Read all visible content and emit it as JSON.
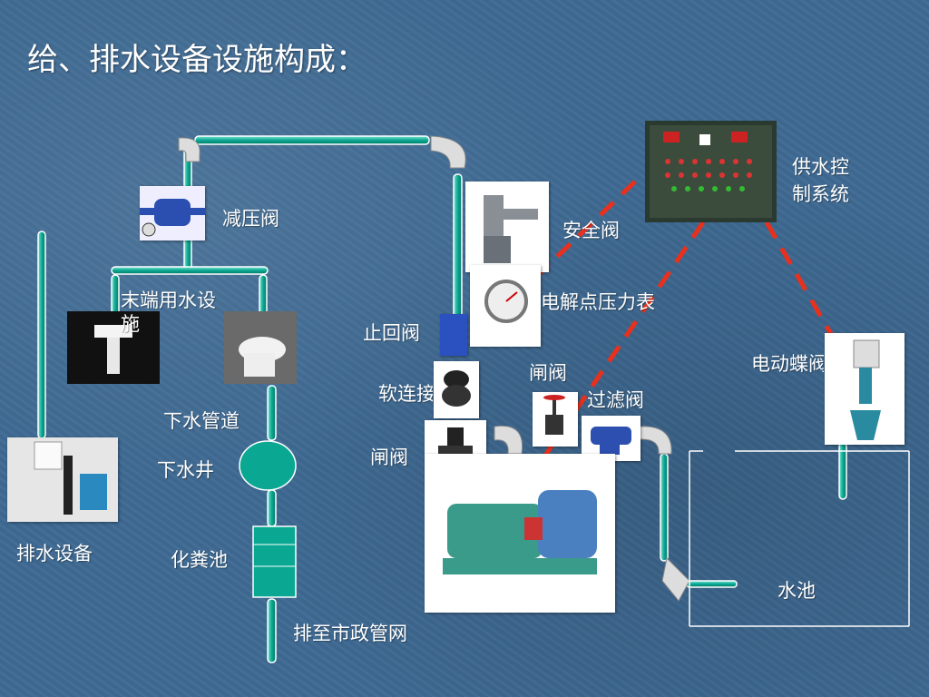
{
  "title": "给、排水设备设施构成：",
  "labels": {
    "pressure_valve": "减压阀",
    "safety_valve": "安全阀",
    "control_system_1": "供水控",
    "control_system_2": "制系统",
    "end_fixture_1": "末端用水设",
    "end_fixture_2": "施",
    "pressure_gauge": "电解点压力表",
    "check_valve": "止回阀",
    "gate_valve_top": "闸阀",
    "soft_joint": "软连接",
    "filter_valve": "过滤阀",
    "electric_butterfly": "电动蝶阀",
    "drain_pipe": "下水管道",
    "manhole": "下水井",
    "gate_valve_left": "闸阀",
    "drainage_equipment": "排水设备",
    "septic_tank": "化粪池",
    "pool": "水池",
    "municipal": "排至市政管网"
  },
  "colors": {
    "pipe": "#0aa892",
    "pipe_edge": "#ffffff",
    "dashed_line": "#e8301c",
    "background": "#3f6a93"
  }
}
